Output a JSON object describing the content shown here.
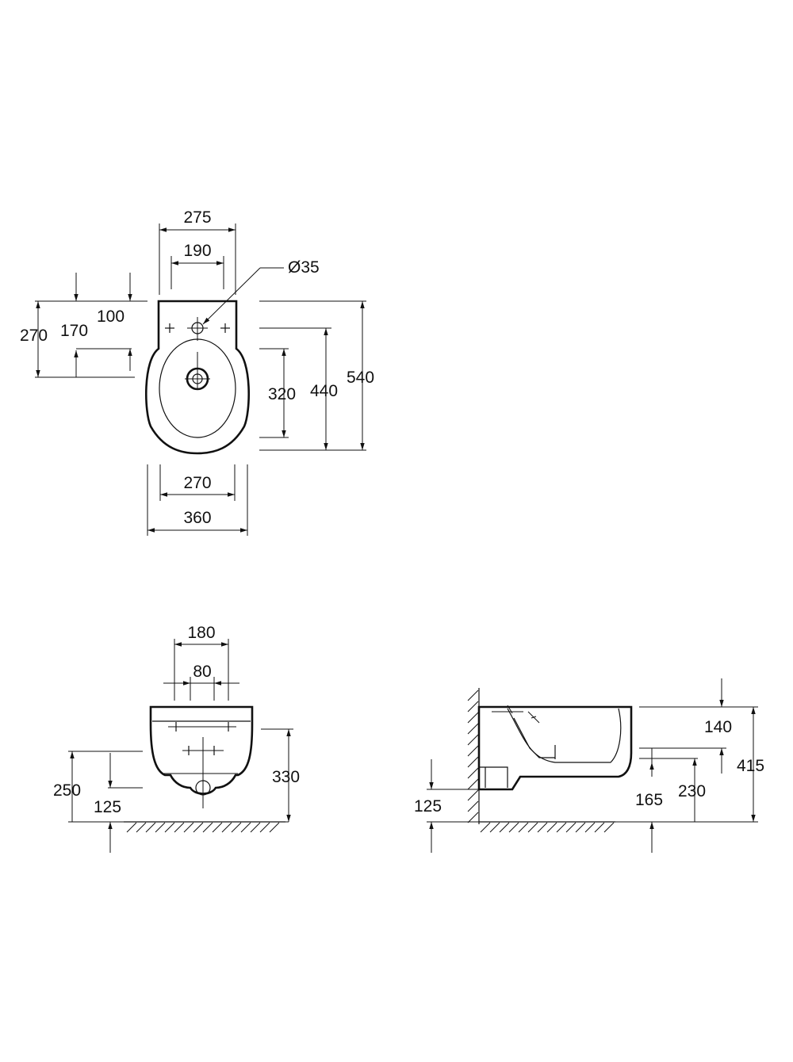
{
  "top_view": {
    "width_275": "275",
    "width_190": "190",
    "hole_diameter": "Ø35",
    "height_100": "100",
    "height_170": "170",
    "height_270": "270",
    "height_320": "320",
    "height_440": "440",
    "height_540": "540",
    "bottom_270": "270",
    "bottom_360": "360"
  },
  "front_view": {
    "width_180": "180",
    "width_80": "80",
    "height_250": "250",
    "height_125": "125",
    "height_330": "330"
  },
  "side_view": {
    "height_140": "140",
    "height_415": "415",
    "height_125": "125",
    "height_165": "165",
    "height_230": "230"
  }
}
